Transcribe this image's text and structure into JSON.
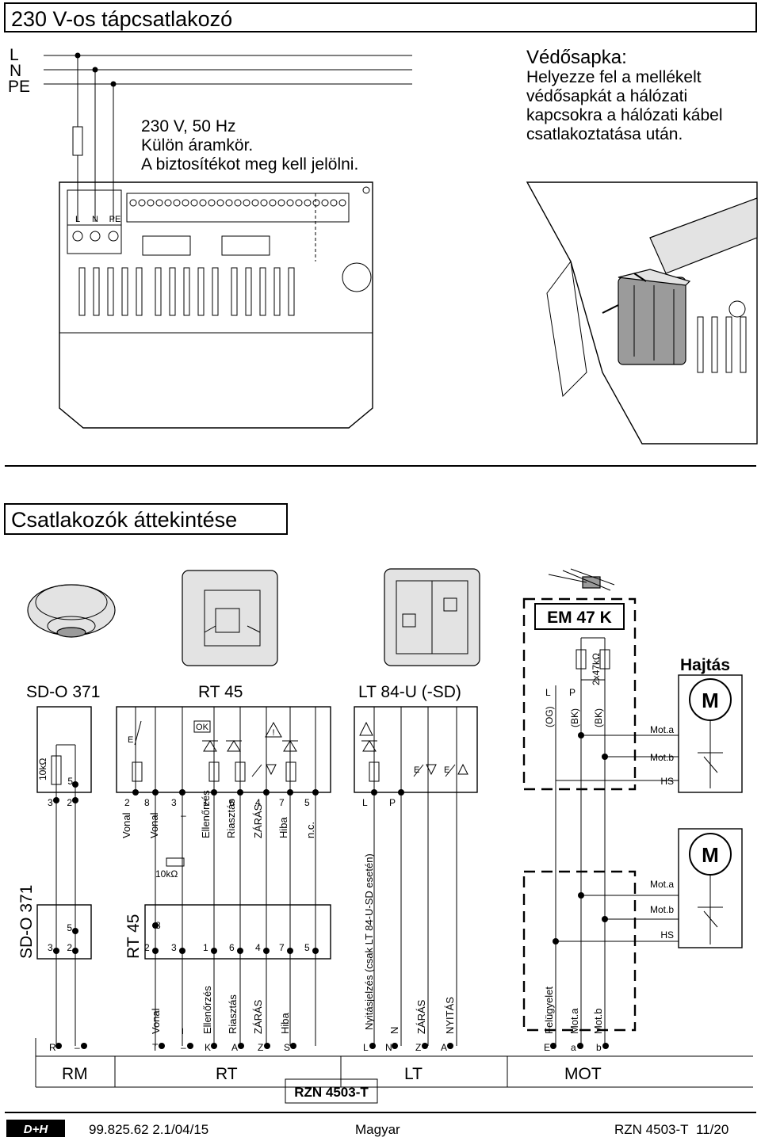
{
  "header": {
    "title": "230 V-os tápcsatlakozó"
  },
  "mains": {
    "line_labels": [
      "L",
      "N",
      "PE"
    ],
    "note": [
      "230 V, 50 Hz",
      "Külön áramkör.",
      "A biztosítékot meg kell jelölni."
    ],
    "terminal_labels": [
      "L",
      "N",
      "PE"
    ]
  },
  "cap_note": {
    "title": "Védősapka:",
    "lines": [
      "Helyezze fel a mellékelt",
      "védősapkát a hálózati",
      "kapcsokra a hálózati kábel",
      "csatlakoztatása után."
    ]
  },
  "section2": {
    "title": "Csatlakozók áttekintése"
  },
  "devices": {
    "sdo": {
      "name": "SD-O 371",
      "side_label": "SD-O 371",
      "resistor": "10kΩ",
      "top_pins": [
        "3",
        "2"
      ],
      "top_mid_pin": "5",
      "bottom_pins": [
        "3",
        "2"
      ],
      "bottom_mid_pin": "5"
    },
    "rt45": {
      "name": "RT 45",
      "side_label": "RT 45",
      "ok": "OK",
      "warn": "!",
      "e_label": "E",
      "top_pins": [
        "2",
        "8",
        "3",
        "1",
        "6",
        "4",
        "7",
        "5"
      ],
      "bottom_top_pin": "8",
      "bottom_pins": [
        "2",
        "3",
        "1",
        "6",
        "4",
        "7",
        "5"
      ],
      "mid_labels": [
        "Vonal",
        "Vonal",
        "Ellenőrzés",
        "Riasztás",
        "ZÁRÁS",
        "Hiba",
        "n.c."
      ],
      "resistor": "10kΩ",
      "minus": "–"
    },
    "lt84": {
      "name": "LT 84-U (-SD)",
      "top_pins": [
        "L",
        "P"
      ],
      "e_label": "E",
      "note": "Nyitásjelzés (csak LT 84-U-SD esetén)"
    },
    "em47": {
      "name": "EM 47 K",
      "pins": [
        "L",
        "P"
      ],
      "resistor": "2x47kΩ",
      "wire_colors": [
        "(OG)",
        "(BK)",
        "(BK)"
      ]
    },
    "drive": {
      "title": "Hajtás",
      "motor": "M",
      "labels": [
        "Mot.a",
        "Mot.b",
        "HS"
      ]
    }
  },
  "bottom_labels": [
    "Vonal",
    "–",
    "Ellenőrzés",
    "Riasztás",
    "ZÁRÁS",
    "Hiba",
    "N",
    "ZÁRÁS",
    "NYITÁS",
    "Felügyelet",
    "Mot.a",
    "Mot.b"
  ],
  "rzn": {
    "terminals": [
      "R",
      "–",
      "T",
      "–",
      "K",
      "A",
      "Z",
      "S",
      "L",
      "N",
      "Z",
      "A",
      "E",
      "a",
      "b"
    ],
    "groups": [
      "RM",
      "RT",
      "LT",
      "MOT"
    ],
    "name": "RZN 4503-T"
  },
  "footer": {
    "logo": "D+H",
    "doc_number": "99.825.62 2.1/04/15",
    "language": "Magyar",
    "product": "RZN 4503-T",
    "page": "11/20"
  }
}
